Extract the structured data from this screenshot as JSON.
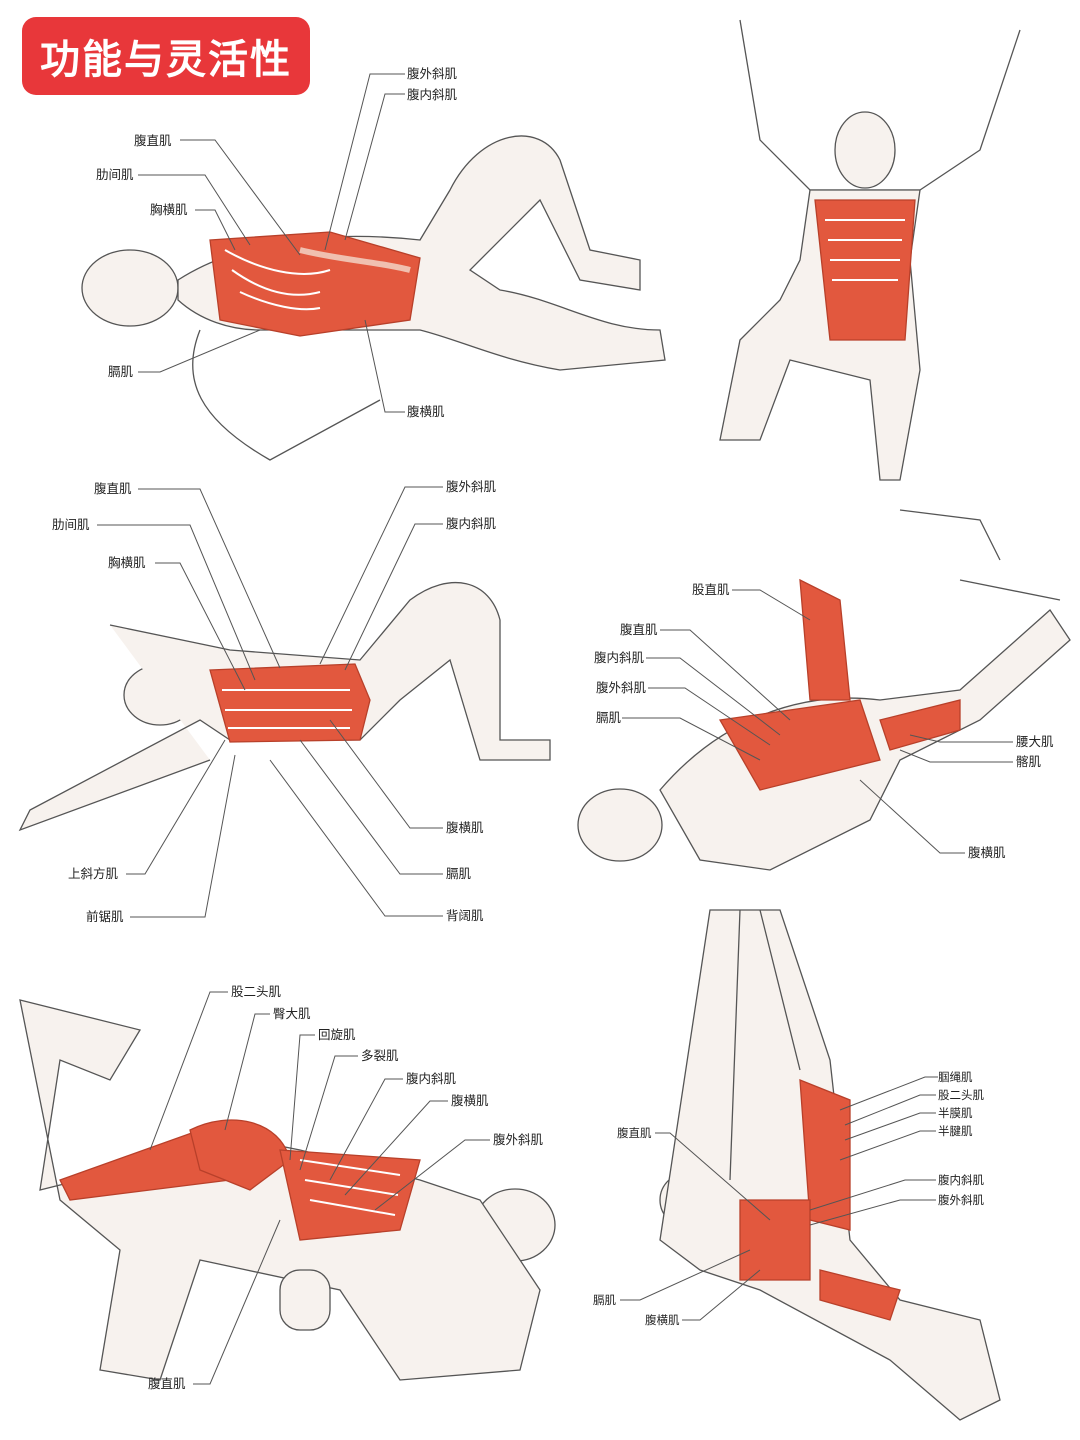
{
  "title": "功能与灵活性",
  "colors": {
    "badge": "#e8373a",
    "muscle": "#e2583e",
    "muscle_light": "#f0a58c",
    "line": "#666666",
    "skin": "#f7f2ee"
  },
  "figure1": {
    "labels": {
      "ext_oblique": "腹外斜肌",
      "int_oblique": "腹内斜肌",
      "rectus": "腹直肌",
      "intercostal": "肋间肌",
      "transverse_thoracis": "胸横肌",
      "diaphragm": "膈肌",
      "transversus": "腹横肌"
    }
  },
  "figure3": {
    "labels": {
      "rectus": "腹直肌",
      "intercostal": "肋间肌",
      "transverse_thoracis": "胸横肌",
      "ext_oblique": "腹外斜肌",
      "int_oblique": "腹内斜肌",
      "transversus": "腹横肌",
      "diaphragm": "膈肌",
      "lat": "背阔肌",
      "serratus_post_sup": "上斜方肌",
      "serratus_ant": "前锯肌"
    }
  },
  "figure4": {
    "labels": {
      "rectus_femoris": "股直肌",
      "rectus": "腹直肌",
      "int_oblique": "腹内斜肌",
      "ext_oblique": "腹外斜肌",
      "diaphragm": "膈肌",
      "psoas": "腰大肌",
      "iliacus": "髂肌",
      "transversus": "腹横肌"
    }
  },
  "figure5": {
    "labels": {
      "biceps_femoris": "股二头肌",
      "glute_max": "臀大肌",
      "rotatores": "回旋肌",
      "multifidus": "多裂肌",
      "int_oblique": "腹内斜肌",
      "transversus": "腹横肌",
      "ext_oblique": "腹外斜肌",
      "rectus": "腹直肌"
    }
  },
  "figure6": {
    "labels": {
      "hamstrings": "腘绳肌",
      "biceps_femoris": "股二头肌",
      "semimembranosus": "半膜肌",
      "semitendinosus": "半腱肌",
      "rectus": "腹直肌",
      "int_oblique": "腹内斜肌",
      "ext_oblique": "腹外斜肌",
      "diaphragm": "膈肌",
      "transversus": "腹横肌"
    }
  }
}
